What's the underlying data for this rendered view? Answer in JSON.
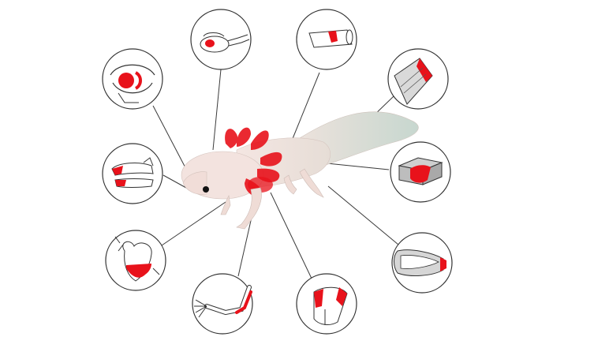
{
  "figure": {
    "subject": "axolotl",
    "highlight_color": "#e8121b",
    "body_color": "#f2e4df",
    "outline_color": "#333333",
    "callouts": [
      {
        "id": "eye",
        "icon": "eye-icon"
      },
      {
        "id": "brain",
        "icon": "brain-icon"
      },
      {
        "id": "spinal-cord",
        "icon": "spinal-cord-icon"
      },
      {
        "id": "tail",
        "icon": "tail-icon"
      },
      {
        "id": "jaw",
        "icon": "jaw-icon"
      },
      {
        "id": "skin",
        "icon": "skin-tissue-icon"
      },
      {
        "id": "heart",
        "icon": "heart-icon"
      },
      {
        "id": "limb",
        "icon": "limb-icon"
      },
      {
        "id": "liver",
        "icon": "liver-icon"
      },
      {
        "id": "tail-fin",
        "icon": "tail-fin-icon"
      }
    ]
  }
}
